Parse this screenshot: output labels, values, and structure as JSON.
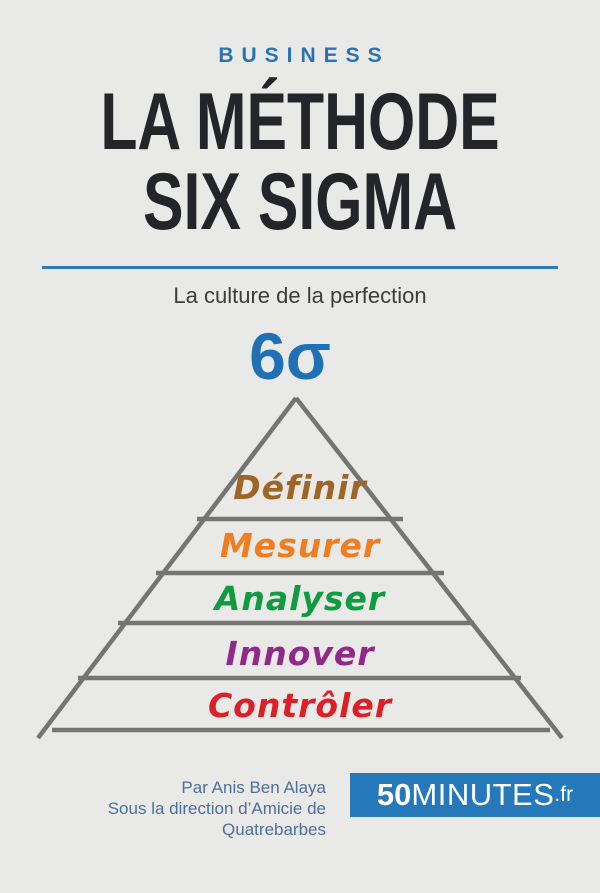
{
  "header": {
    "category": "BUSINESS",
    "title_line1": "LA MÉTHODE",
    "title_line2": "SIX SIGMA",
    "subtitle": "La culture de la perfection"
  },
  "sigma_symbol": "6σ",
  "pyramid": {
    "outline_color": "#747474",
    "levels": [
      {
        "label": "Définir",
        "color": "#9e6527"
      },
      {
        "label": "Mesurer",
        "color": "#f17d20"
      },
      {
        "label": "Analyser",
        "color": "#109b41"
      },
      {
        "label": "Innover",
        "color": "#8f2a8a"
      },
      {
        "label": "Contrôler",
        "color": "#dd1f27"
      }
    ]
  },
  "credits": {
    "author": "Par Anis Ben Alaya",
    "direction": "Sous la direction d’Amicie de Quatrebarbes"
  },
  "publisher": {
    "name_bold": "50",
    "name_regular": "MINUTES",
    "domain_suffix": ".fr",
    "box_color": "#2579ba"
  },
  "theme": {
    "background": "#e9e9e7",
    "accent_blue": "#2e7ab8",
    "category_blue": "#2a73b0",
    "sigma_blue": "#1f70b5",
    "title_color": "#242529",
    "subtitle_color": "#3d3d3d",
    "credits_color": "#4e6f99"
  }
}
